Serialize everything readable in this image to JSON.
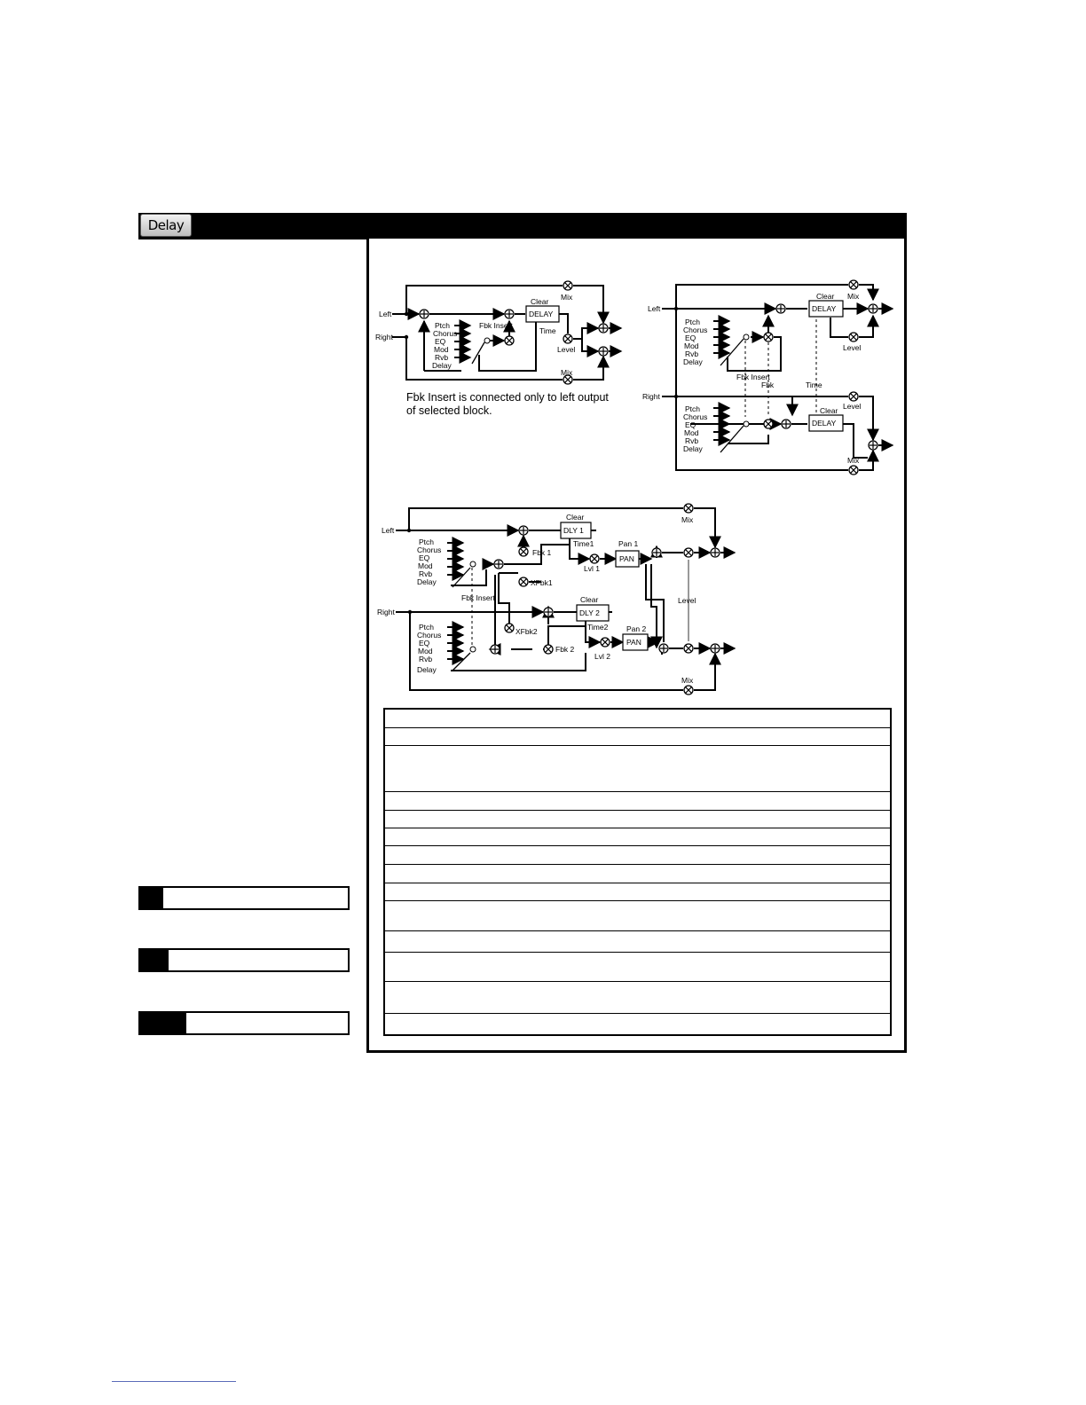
{
  "tab": {
    "label": "Delay"
  },
  "diagram_mono": {
    "inputs": [
      "Left",
      "Right"
    ],
    "sources": [
      "Ptch",
      "Chorus",
      "EQ",
      "Mod",
      "Rvb",
      "Delay"
    ],
    "fbk_insert": "Fbk Insert",
    "clear": "Clear",
    "block": "DELAY",
    "time": "Time",
    "level": "Level",
    "mix": "Mix",
    "note_line1": "Fbk Insert is connected only to left output",
    "note_line2": "of selected block."
  },
  "diagram_dual": {
    "inputs": [
      "Left",
      "Right"
    ],
    "sources": [
      "Ptch",
      "Chorus",
      "EQ",
      "Mod",
      "Rvb",
      "Delay"
    ],
    "fbk_insert": "Fbk Insert",
    "fbk": "Fbk",
    "clear": "Clear",
    "block": "DELAY",
    "time": "Time",
    "level": "Level",
    "mix": "Mix"
  },
  "diagram_stereo": {
    "inputs": [
      "Left",
      "Right"
    ],
    "sources": [
      "Ptch",
      "Chorus",
      "EQ",
      "Mod",
      "Rvb",
      "Delay"
    ],
    "fbk_insert": "Fbk Insert",
    "clear": "Clear",
    "dly1": "DLY 1",
    "dly2": "DLY 2",
    "time1": "Time1",
    "time2": "Time2",
    "lvl1": "Lvl 1",
    "lvl2": "Lvl 2",
    "pan1": "Pan 1",
    "pan2": "Pan 2",
    "pan": "PAN",
    "fbk1": "Fbk 1",
    "fbk2": "Fbk 2",
    "xfbk1": "XFbk1",
    "xfbk2": "XFbk2",
    "level": "Level",
    "mix": "Mix"
  }
}
